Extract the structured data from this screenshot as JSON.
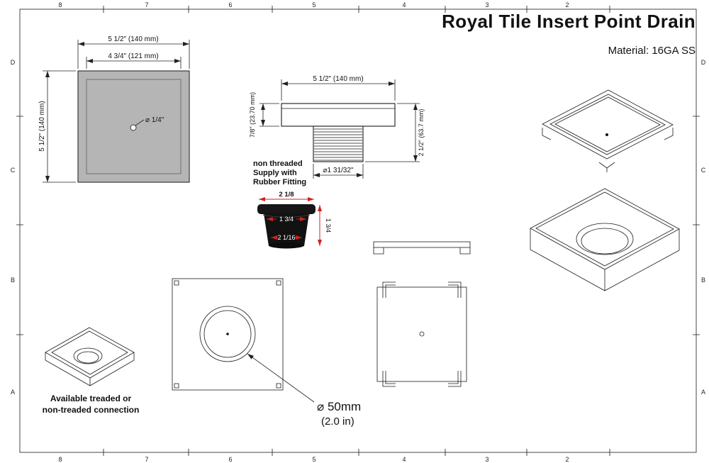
{
  "title": "Royal Tile Insert Point Drain",
  "material": "Material: 16GA SS",
  "frame": {
    "top_numbers": [
      "8",
      "7",
      "6",
      "5",
      "4",
      "3",
      "2"
    ],
    "bottom_numbers": [
      "8",
      "7",
      "6",
      "5",
      "4",
      "3",
      "2"
    ],
    "left_letters": [
      "D",
      "C",
      "B",
      "A"
    ],
    "right_letters": [
      "D",
      "C",
      "B",
      "A"
    ]
  },
  "top_view": {
    "dim_outer_width": "5 1/2\" (140 mm)",
    "dim_inner_width": "4 3/4\" (121 mm)",
    "dim_height": "5 1/2\" (140 mm)",
    "hole_label": "⌀ 1/4\""
  },
  "side_view": {
    "dim_width": "5 1/2\" (140 mm)",
    "dim_flange_height": "7/8\" (23.70 mm)",
    "dim_total_height": "2 1/2\" (63.7 mm)",
    "dim_thread_dia": "⌀1 31/32\"",
    "note_lines": [
      "non threaded",
      "Supply with",
      "Rubber Fitting"
    ]
  },
  "rubber_fitting": {
    "dim_top": "2 1/8",
    "dim_upper": "1 3/4",
    "dim_lower": "2 1/16",
    "dim_height": "1 3/4"
  },
  "bottom_view": {
    "hole_dia_line1": "⌀ 50mm",
    "hole_dia_line2": "(2.0 in)"
  },
  "connection_note_lines": [
    "Available treaded or",
    "non-treaded connection"
  ]
}
